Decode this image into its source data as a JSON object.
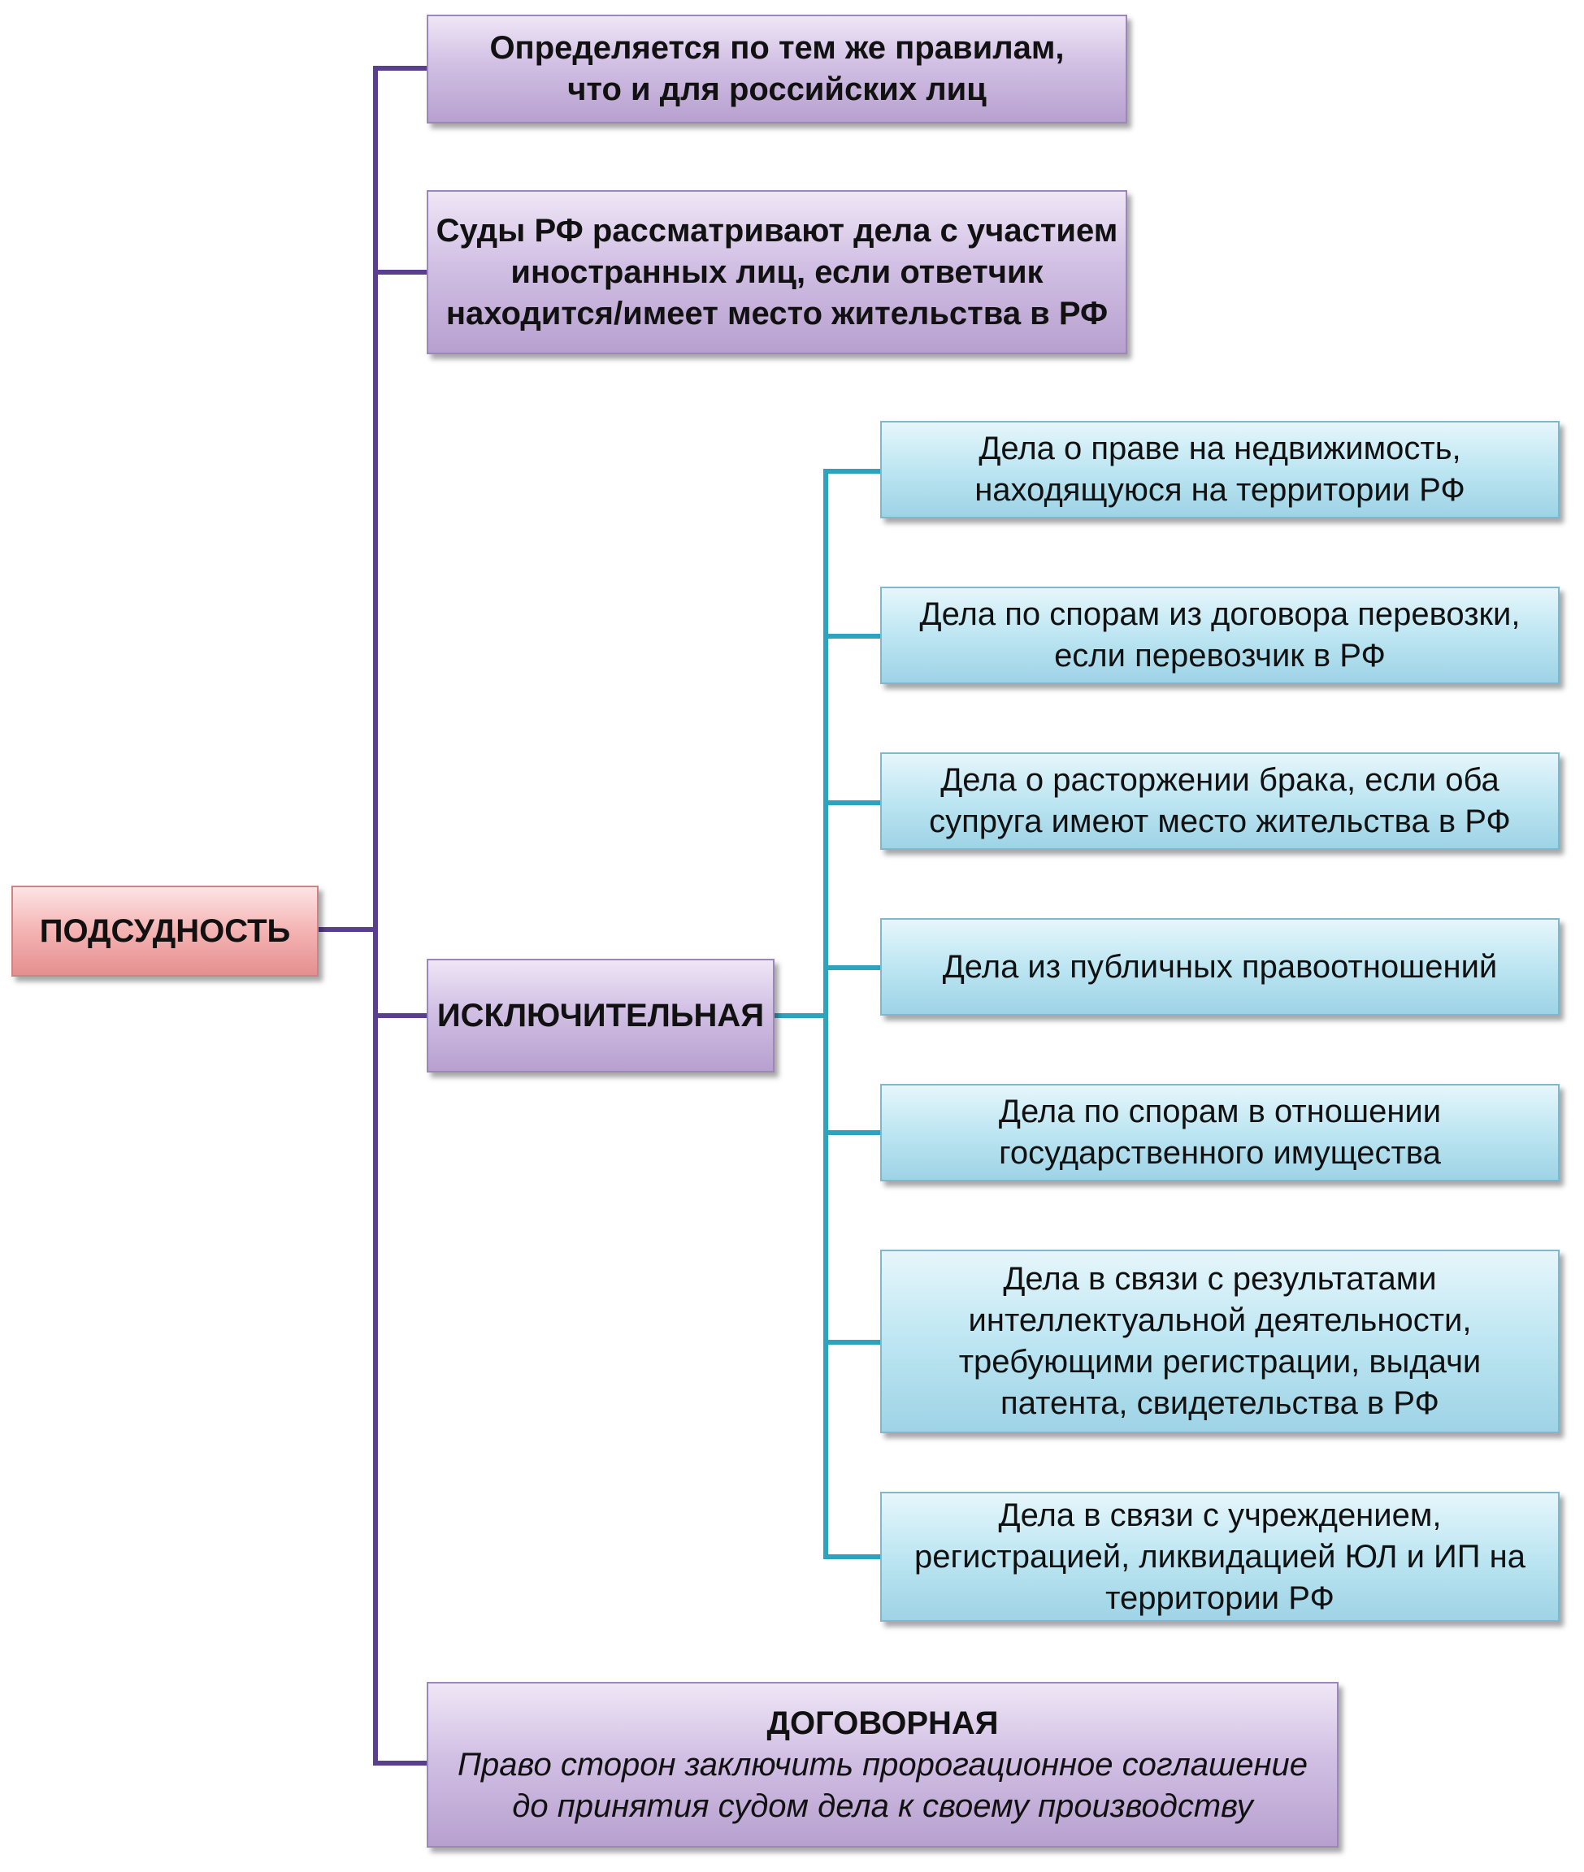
{
  "root": {
    "label": "ПОДСУДНОСТЬ"
  },
  "branches": {
    "general": {
      "lines": [
        "Определяется по тем же правилам,",
        "что и для российских лиц"
      ]
    },
    "courts": {
      "lines": [
        "Суды РФ рассматривают дела с участием",
        "иностранных лиц, если ответчик",
        "находится/имеет место жительства в РФ"
      ]
    },
    "exclusive": {
      "label": "ИСКЛЮЧИТЕЛЬНАЯ",
      "items": [
        {
          "lines": [
            "Дела о праве на недвижимость,",
            "находящуюся на территории РФ"
          ]
        },
        {
          "lines": [
            "Дела по спорам из договора перевозки,",
            "если перевозчик в РФ"
          ]
        },
        {
          "lines": [
            "Дела о расторжении брака, если оба",
            "супруга имеют место жительства в РФ"
          ]
        },
        {
          "lines": [
            "Дела из публичных правоотношений"
          ]
        },
        {
          "lines": [
            "Дела по спорам в отношении",
            "государственного имущества"
          ]
        },
        {
          "lines": [
            "Дела в связи с результатами",
            "интеллектуальной деятельности,",
            "требующими регистрации, выдачи",
            "патента, свидетельства в РФ"
          ]
        },
        {
          "lines": [
            "Дела в связи с учреждением,",
            "регистрацией, ликвидацией ЮЛ и ИП на",
            "территории РФ"
          ]
        }
      ]
    },
    "contractual": {
      "label": "ДОГОВОРНАЯ",
      "lines": [
        "Право сторон заключить пророгационное соглашение",
        "до принятия судом дела к своему производству"
      ]
    }
  },
  "colors": {
    "main_connector": "#5b3f8f",
    "sub_connector": "#2ea3bd",
    "root_fill": "#f4b3b3",
    "category_fill": "#d2c0e4",
    "item_fill": "#bde6f2"
  }
}
